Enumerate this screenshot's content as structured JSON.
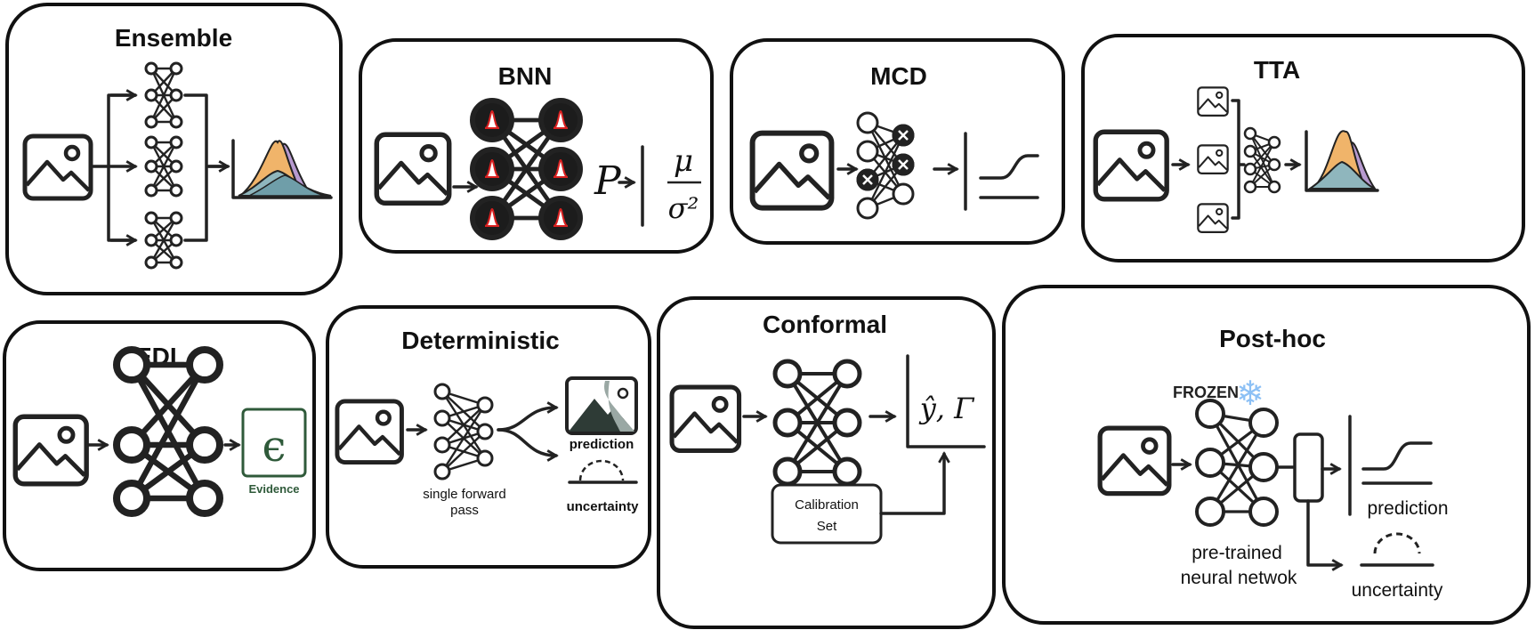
{
  "panels": {
    "ensemble": {
      "title": "Ensemble"
    },
    "bnn": {
      "title": "BNN",
      "symbol": "P",
      "mu": "μ",
      "sigma": "σ²"
    },
    "mcd": {
      "title": "MCD"
    },
    "tta": {
      "title": "TTA"
    },
    "edl": {
      "title": "EDL",
      "evidence_symbol": "ϵ",
      "evidence_label": "Evidence"
    },
    "deterministic": {
      "title": "Deterministic",
      "net_label_1": "single forward",
      "net_label_2": "pass",
      "prediction": "prediction",
      "uncertainty": "uncertainty"
    },
    "conformal": {
      "title": "Conformal",
      "output": "ŷ, Γ",
      "calibration_1": "Calibration",
      "calibration_2": "Set"
    },
    "posthoc": {
      "title": "Post-hoc",
      "frozen": "FROZEN",
      "net_label_1": "pre-trained",
      "net_label_2": "neural netwok",
      "prediction": "prediction",
      "uncertainty": "uncertainty"
    }
  },
  "colors": {
    "orange": "#f0b46a",
    "purple": "#b79ad0",
    "teal": "#8fb6bd",
    "teal_dark": "#6f9ea9",
    "evidence_green": "#2f5a3a",
    "snowflake": "#8cc0f5",
    "bnn_peak": "#d92020"
  }
}
